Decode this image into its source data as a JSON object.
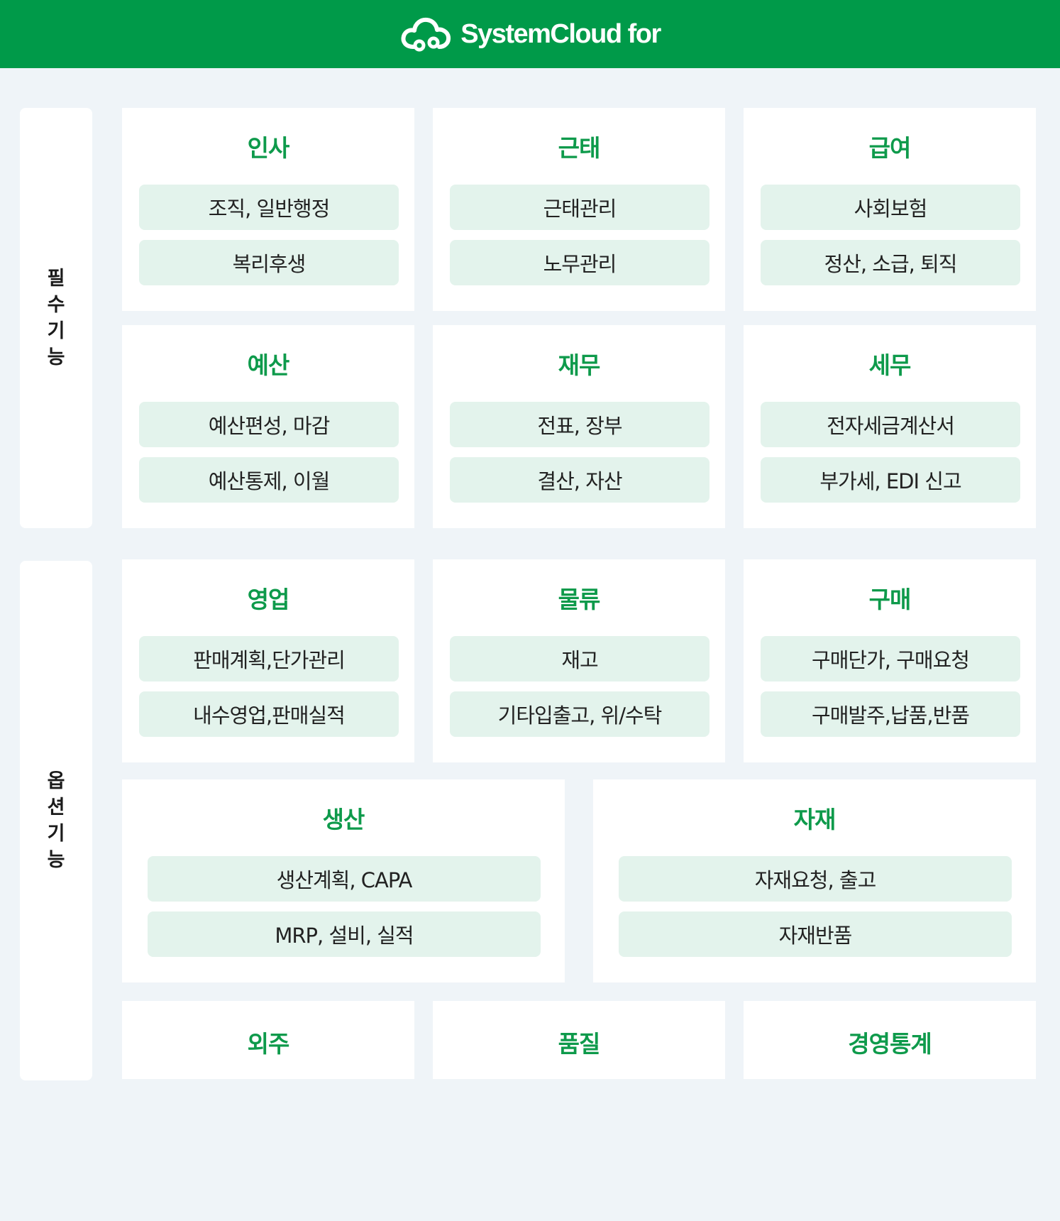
{
  "header": {
    "brand": "SystemCloud for"
  },
  "sections": {
    "required_label": "필수기능",
    "optional_label": "옵션기능"
  },
  "modules": {
    "insa": {
      "title": "인사",
      "items": [
        "조직, 일반행정",
        "복리후생"
      ]
    },
    "geuntae": {
      "title": "근태",
      "items": [
        "근태관리",
        "노무관리"
      ]
    },
    "geupyeo": {
      "title": "급여",
      "items": [
        "사회보험",
        "정산, 소급, 퇴직"
      ]
    },
    "yesan": {
      "title": "예산",
      "items": [
        "예산편성, 마감",
        "예산통제, 이월"
      ]
    },
    "jaemu": {
      "title": "재무",
      "items": [
        "전표, 장부",
        "결산, 자산"
      ]
    },
    "semu": {
      "title": "세무",
      "items": [
        "전자세금계산서",
        "부가세, EDI 신고"
      ]
    },
    "yeongeop": {
      "title": "영업",
      "items": [
        "판매계획,단가관리",
        "내수영업,판매실적"
      ]
    },
    "mullyu": {
      "title": "물류",
      "items": [
        "재고",
        "기타입출고, 위/수탁"
      ]
    },
    "gumae": {
      "title": "구매",
      "items": [
        "구매단가, 구매요청",
        "구매발주,납품,반품"
      ]
    },
    "saengsan": {
      "title": "생산",
      "items": [
        "생산계획, CAPA",
        "MRP, 설비, 실적"
      ]
    },
    "jajae": {
      "title": "자재",
      "items": [
        "자재요청, 출고",
        "자재반품"
      ]
    },
    "oeju": {
      "title": "외주"
    },
    "pumjil": {
      "title": "품질"
    },
    "gyeongyeong": {
      "title": "경영통계"
    }
  }
}
